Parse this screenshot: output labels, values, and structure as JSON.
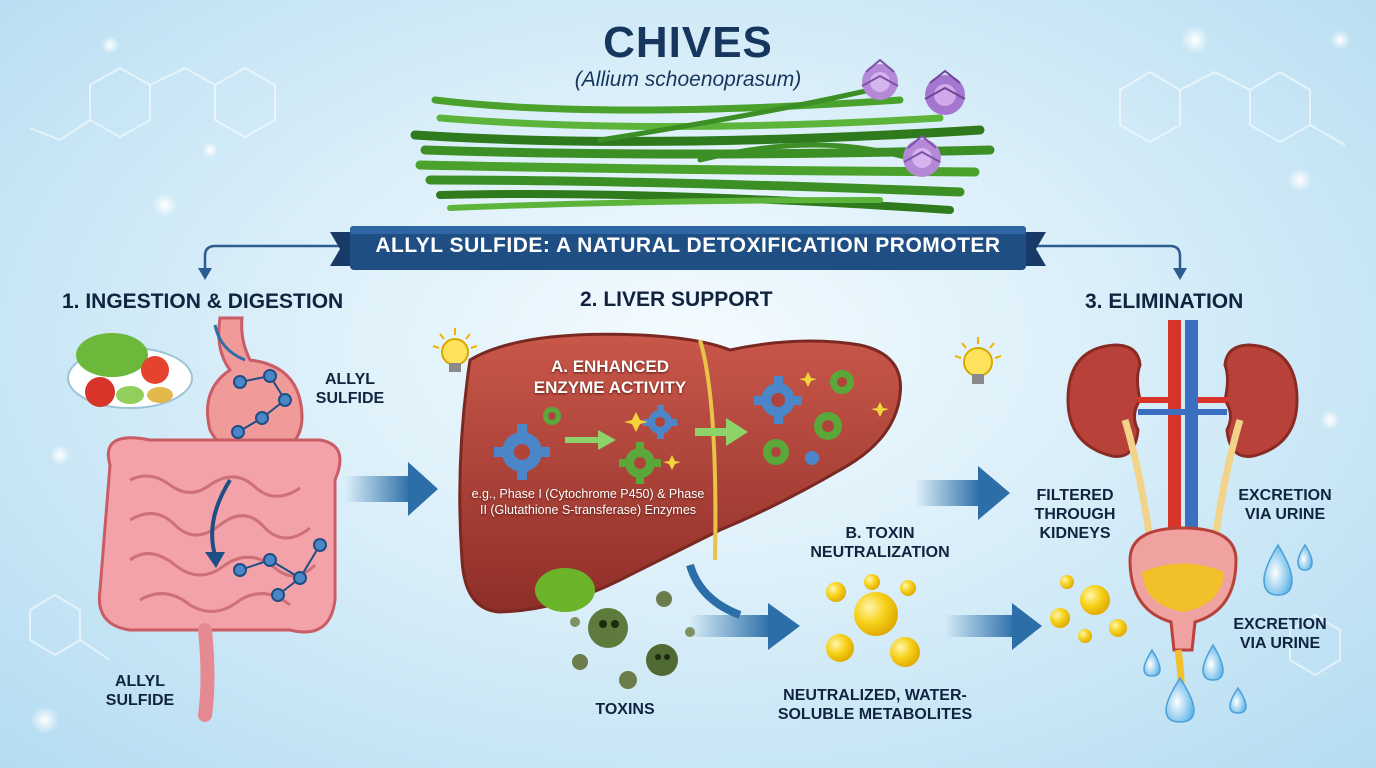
{
  "title": "CHIVES",
  "subtitle": "(Allium schoenoprasum)",
  "banner": "ALLYL SULFIDE: A NATURAL DETOXIFICATION PROMOTER",
  "steps": {
    "ingestion": "1. INGESTION & DIGESTION",
    "liver": "2. LIVER SUPPORT",
    "elimination": "3. ELIMINATION"
  },
  "labels": {
    "allyl_sulfide_top": "ALLYL SULFIDE",
    "allyl_sulfide_bottom": "ALLYL SULFIDE",
    "enhanced_enzyme": "A. ENHANCED ENZYME ACTIVITY",
    "enzyme_examples": "e.g., Phase I (Cytochrome P450) & Phase II (Glutathione S-transferase) Enzymes",
    "toxin_neutralization": "B. TOXIN NEUTRALIZATION",
    "toxins": "TOXINS",
    "metabolites": "NEUTRALIZED, WATER-SOLUBLE METABOLITES",
    "filtered": "FILTERED THROUGH KIDNEYS",
    "excretion_1": "EXCRETION VIA URINE",
    "excretion_2": "EXCRETION VIA URINE"
  },
  "colors": {
    "banner": "#1f4e84",
    "liver": "#b0443a",
    "gear_blue": "#4a86c8",
    "gear_green": "#5aa83a",
    "arrow": "#2c6fa8",
    "kidney": "#b8423a",
    "bladder_fluid": "#f2c02a",
    "metabolite": "#f7d21c"
  }
}
